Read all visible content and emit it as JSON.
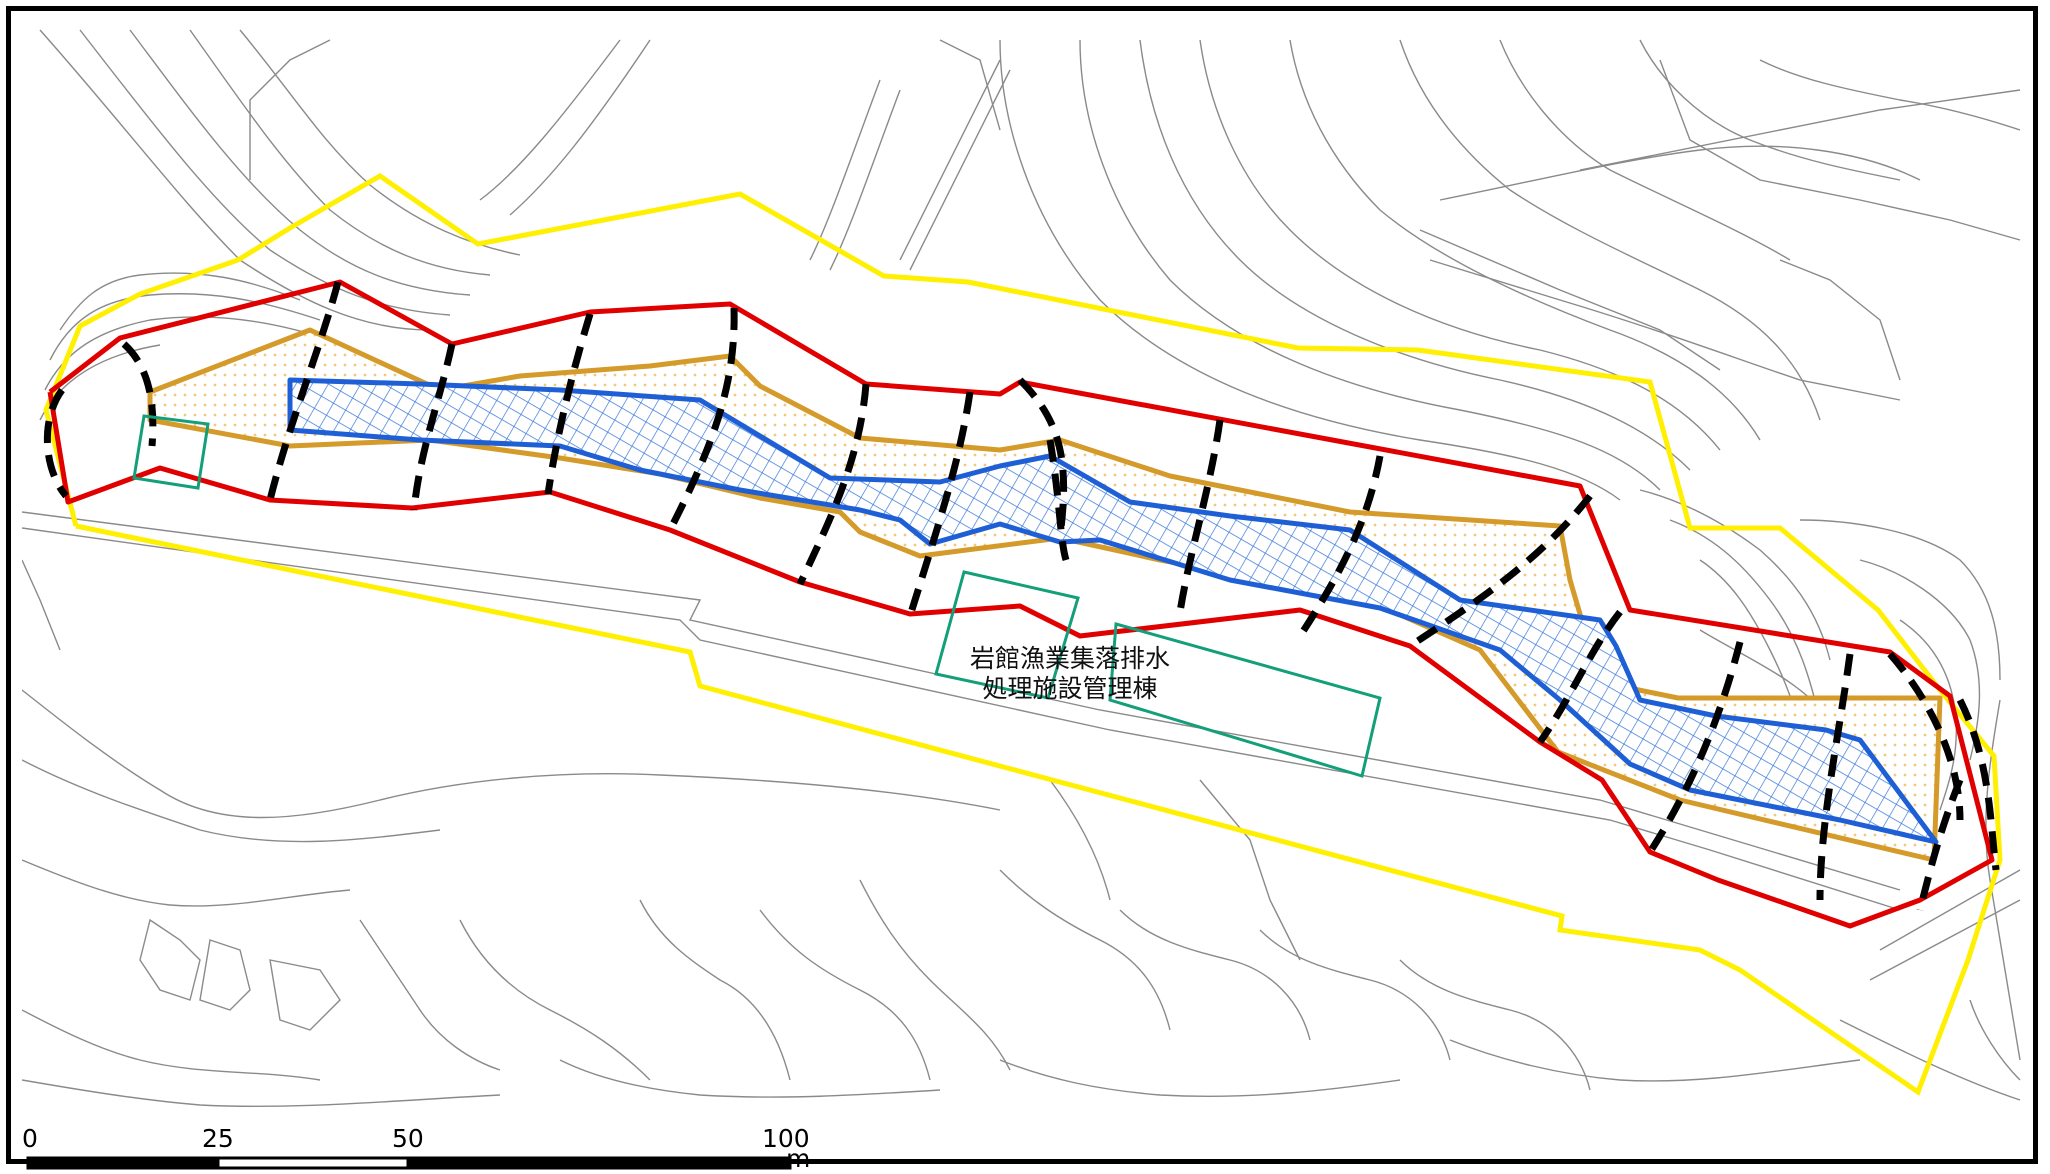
{
  "map": {
    "facility_label_lines": [
      "岩館漁業集落排水",
      "処理施設管理棟"
    ],
    "colors": {
      "contour": "#8a8a8a",
      "outer_boundary": "#ffef00",
      "inner_boundary": "#e00000",
      "hatched_zone": "#1f5fd6",
      "hatch_fill": "#3b7bdc",
      "dotted_zone": "#d49a2a",
      "dot_fill": "#f2c97a",
      "building": "#139f7a",
      "section_line": "#000000"
    }
  },
  "scale_bar": {
    "ticks": [
      "0",
      "25",
      "50",
      "100"
    ],
    "unit": "m"
  }
}
